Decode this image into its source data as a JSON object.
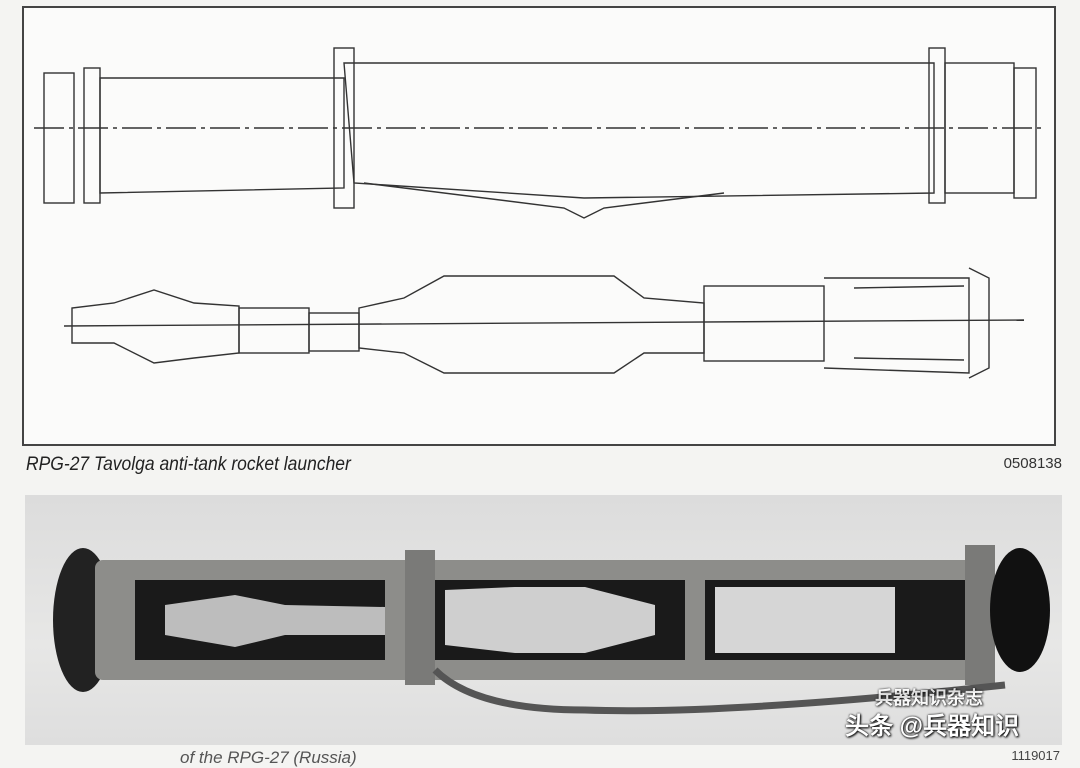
{
  "figure1": {
    "caption": "RPG-27 Tavolga anti-tank rocket launcher",
    "code": "0508138"
  },
  "figure2": {
    "caption": "of the RPG-27 (Russia)",
    "code": "1119017"
  },
  "watermark": {
    "line1": "兵器知识杂志",
    "line2": "头条 @兵器知识"
  }
}
